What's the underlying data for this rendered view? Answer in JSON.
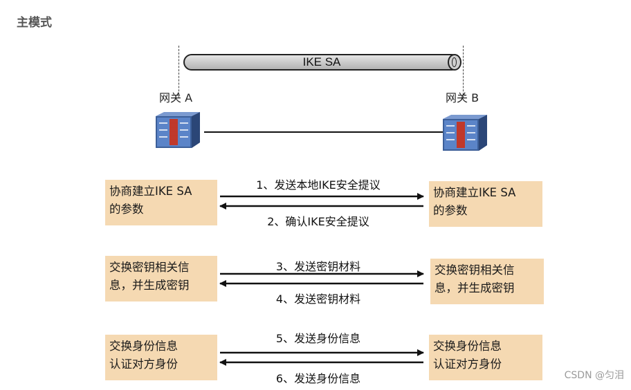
{
  "page_title": "主模式",
  "tunnel_label": "IKE SA",
  "gateway_a": "网关 A",
  "gateway_b": "网关 B",
  "rows": [
    {
      "left": [
        "协商建立IKE SA",
        "的参数"
      ],
      "right": [
        "协商建立IKE SA",
        "的参数"
      ],
      "msg_forward": "1、发送本地IKE安全提议",
      "msg_back": "2、确认IKE安全提议"
    },
    {
      "left": [
        "交换密钥相关信",
        "息，并生成密钥"
      ],
      "right": [
        "交换密钥相关信",
        "息，并生成密钥"
      ],
      "msg_forward": "3、发送密钥材料",
      "msg_back": "4、发送密钥材料"
    },
    {
      "left": [
        "交换身份信息",
        "认证对方身份"
      ],
      "right": [
        "交换身份信息",
        "认证对方身份"
      ],
      "msg_forward": "5、发送身份信息",
      "msg_back": "6、发送身份信息"
    }
  ],
  "watermark": "CSDN @匀泪",
  "colors": {
    "box_fill": "#f5d9b2",
    "firewall_blue": "#4a73b5",
    "firewall_brick": "#c0392b"
  }
}
